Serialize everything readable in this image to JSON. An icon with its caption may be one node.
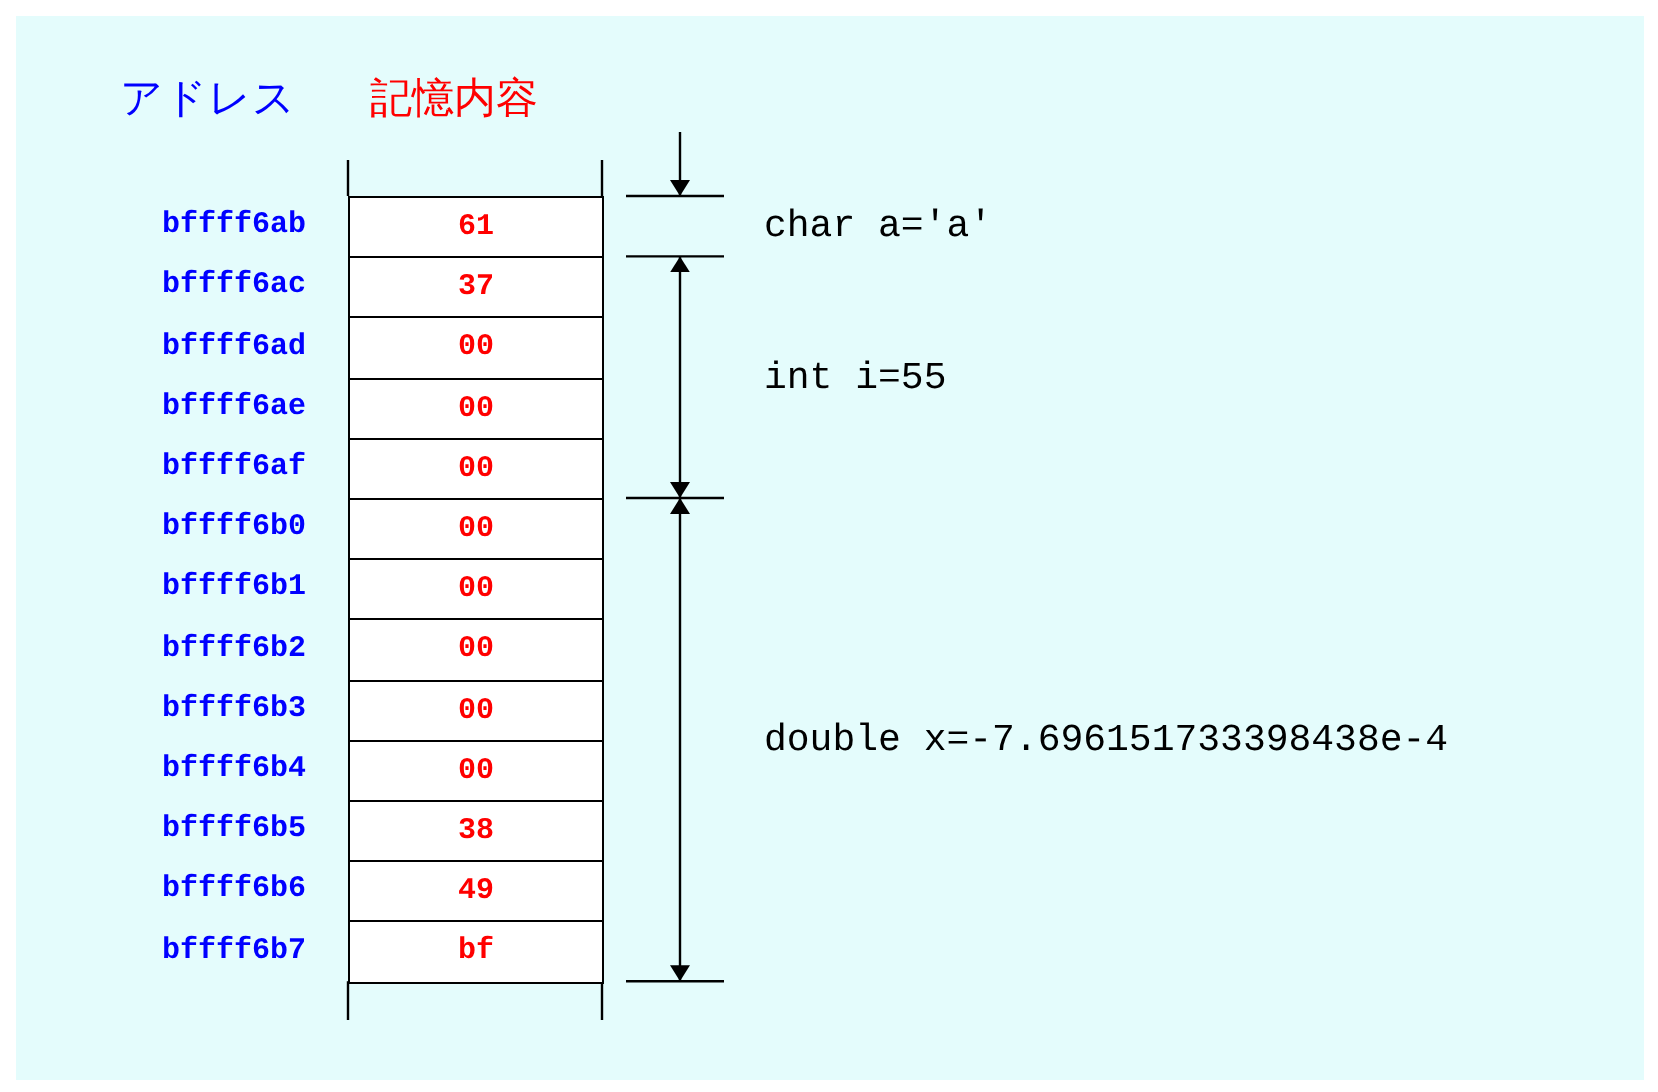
{
  "diagram": {
    "nodes": [
      {
        "text": [
          "61"
        ]
      },
      {
        "text": [
          "37"
        ]
      },
      {
        "text": [
          "00"
        ]
      },
      {
        "text": [
          "00"
        ]
      },
      {
        "text": [
          "00"
        ]
      },
      {
        "text": [
          "00"
        ]
      },
      {
        "text": [
          "00"
        ]
      },
      {
        "text": [
          "00"
        ]
      },
      {
        "text": [
          "00"
        ]
      },
      {
        "text": [
          "00"
        ]
      },
      {
        "text": [
          "38"
        ]
      },
      {
        "text": [
          "49"
        ]
      },
      {
        "text": [
          "bf"
        ]
      }
    ],
    "labels": [
      "アドレス",
      "記憶内容",
      "bffff6ab",
      "bffff6ac",
      "bffff6ad",
      "bffff6ae",
      "bffff6af",
      "bffff6b0",
      "bffff6b1",
      "bffff6b2",
      "bffff6b3",
      "bffff6b4",
      "bffff6b5",
      "bffff6b6",
      "bffff6b7",
      "char a='a'",
      "int i=55",
      "double x=-7.696151733398438e-4"
    ]
  }
}
